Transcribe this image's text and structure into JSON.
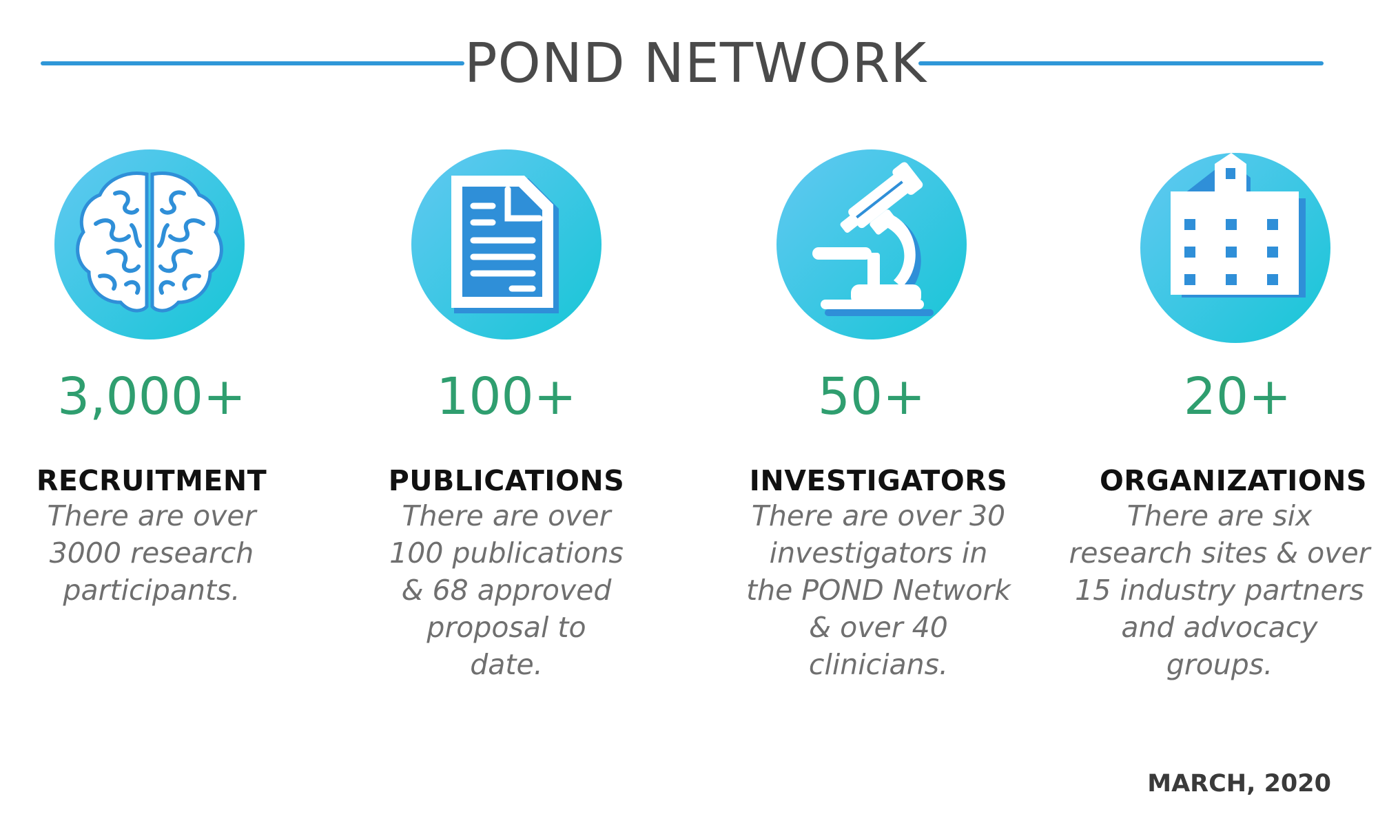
{
  "header": {
    "title": "POND NETWORK"
  },
  "colors": {
    "rule": "#2f97d8",
    "circle_start": "#5ec6f0",
    "circle_end": "#18c6d8",
    "icon_blue": "#2f8fd8",
    "stat_green": "#2f9e6f",
    "heading": "#111111",
    "description": "#6f6f6f"
  },
  "items": [
    {
      "icon": "brain-icon",
      "stat": "3,000+",
      "heading": "RECRUITMENT",
      "lines": [
        "There are over",
        "3000 research",
        "participants."
      ]
    },
    {
      "icon": "document-icon",
      "stat": "100+",
      "heading": "PUBLICATIONS",
      "lines": [
        "There are over",
        "100 publications",
        "& 68 approved",
        "proposal to",
        "date."
      ]
    },
    {
      "icon": "microscope-icon",
      "stat": "50+",
      "heading": "INVESTIGATORS",
      "lines": [
        "There are over 30",
        "investigators in",
        "the POND Network",
        "& over 40",
        "clinicians."
      ]
    },
    {
      "icon": "building-icon",
      "stat": "20+",
      "heading": "ORGANIZATIONS",
      "lines": [
        "There are six",
        "research sites & over",
        "15 industry partners",
        "and advocacy",
        "groups."
      ]
    }
  ],
  "footer": {
    "date": "MARCH, 2020"
  }
}
